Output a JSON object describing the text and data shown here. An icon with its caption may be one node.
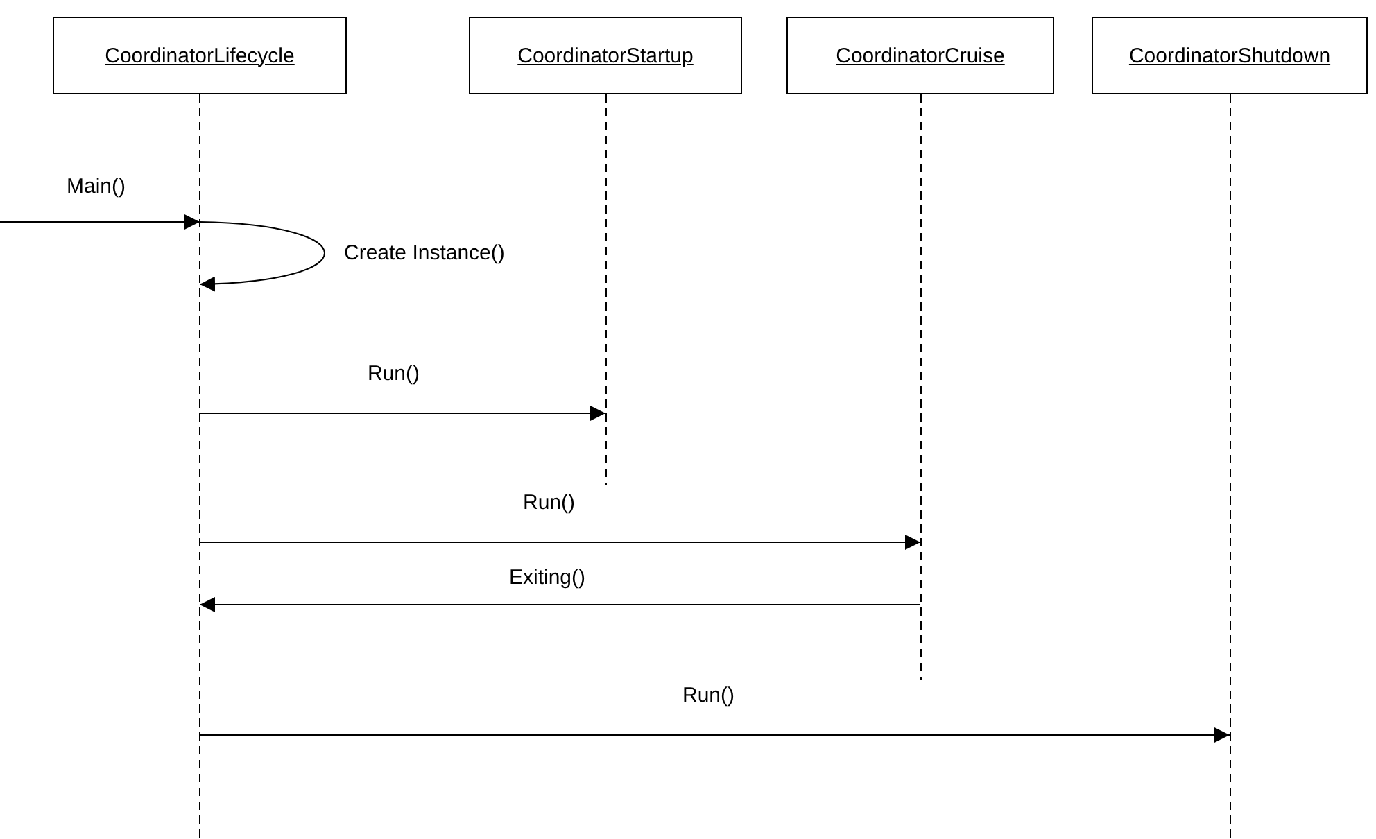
{
  "diagram": {
    "nodes": [
      {
        "text": [
          "CoordinatorLifecycle"
        ]
      },
      {
        "text": [
          "CoordinatorStartup"
        ]
      },
      {
        "text": [
          "CoordinatorCruise"
        ]
      },
      {
        "text": [
          "CoordinatorShutdown"
        ]
      }
    ],
    "edges": [
      {
        "from": null,
        "to": 0,
        "label": "Main()",
        "arrow": "to"
      },
      {
        "from": 0,
        "to": 0,
        "label": "Create Instance()",
        "arrow": "to"
      },
      {
        "from": 0,
        "to": 1,
        "label": "Run()",
        "arrow": "to"
      },
      {
        "from": 0,
        "to": 2,
        "label": "Run()",
        "arrow": "to"
      },
      {
        "from": 2,
        "to": 0,
        "label": "Exiting()",
        "arrow": "to"
      },
      {
        "from": 0,
        "to": 3,
        "label": "Run()",
        "arrow": "to"
      }
    ]
  }
}
